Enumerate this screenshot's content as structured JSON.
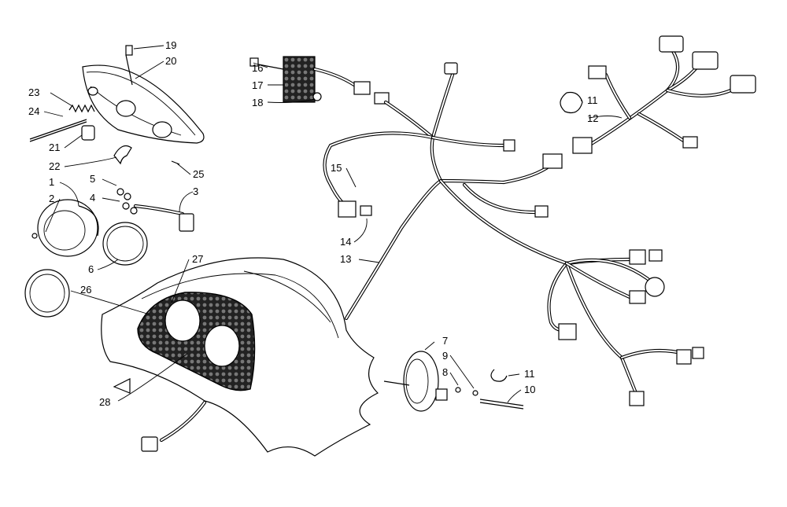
{
  "diagram": {
    "callouts": [
      {
        "id": "c1",
        "label": "1"
      },
      {
        "id": "c2",
        "label": "2"
      },
      {
        "id": "c3",
        "label": "3"
      },
      {
        "id": "c4",
        "label": "4"
      },
      {
        "id": "c5",
        "label": "5"
      },
      {
        "id": "c6",
        "label": "6"
      },
      {
        "id": "c7",
        "label": "7"
      },
      {
        "id": "c8",
        "label": "8"
      },
      {
        "id": "c9",
        "label": "9"
      },
      {
        "id": "c10",
        "label": "10"
      },
      {
        "id": "c11a",
        "label": "11"
      },
      {
        "id": "c11b",
        "label": "11"
      },
      {
        "id": "c12",
        "label": "12"
      },
      {
        "id": "c13",
        "label": "13"
      },
      {
        "id": "c14",
        "label": "14"
      },
      {
        "id": "c15",
        "label": "15"
      },
      {
        "id": "c16",
        "label": "16"
      },
      {
        "id": "c17",
        "label": "17"
      },
      {
        "id": "c18",
        "label": "18"
      },
      {
        "id": "c19",
        "label": "19"
      },
      {
        "id": "c20",
        "label": "20"
      },
      {
        "id": "c21",
        "label": "21"
      },
      {
        "id": "c22",
        "label": "22"
      },
      {
        "id": "c23",
        "label": "23"
      },
      {
        "id": "c24",
        "label": "24"
      },
      {
        "id": "c25",
        "label": "25"
      },
      {
        "id": "c26",
        "label": "26"
      },
      {
        "id": "c27",
        "label": "27"
      },
      {
        "id": "c28",
        "label": "28"
      }
    ]
  }
}
